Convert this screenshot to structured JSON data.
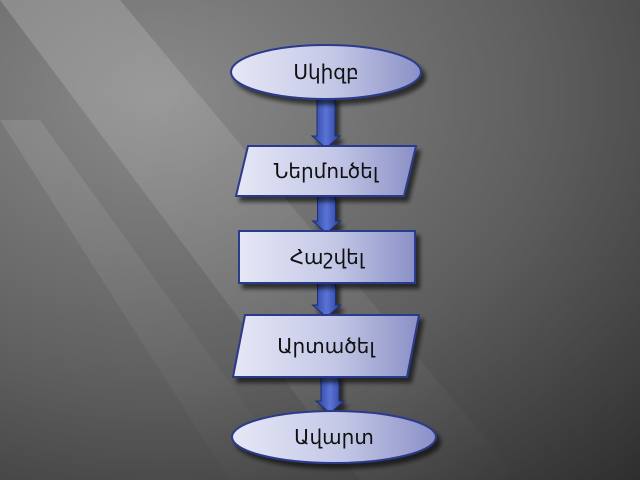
{
  "flowchart": {
    "nodes": [
      {
        "id": "start",
        "shape": "ellipse",
        "label": "Սկիզբ"
      },
      {
        "id": "input",
        "shape": "parallelogram",
        "label": "Ներմուծել"
      },
      {
        "id": "process",
        "shape": "rectangle",
        "label": "Հաշվել"
      },
      {
        "id": "output",
        "shape": "parallelogram",
        "label": "Արտածել"
      },
      {
        "id": "end",
        "shape": "ellipse",
        "label": "Ավարտ"
      }
    ],
    "edges": [
      {
        "from": "start",
        "to": "input"
      },
      {
        "from": "input",
        "to": "process"
      },
      {
        "from": "process",
        "to": "output"
      },
      {
        "from": "output",
        "to": "end"
      }
    ]
  },
  "colors": {
    "node_fill_light": "#e6e8f6",
    "node_fill_dark": "#8a90c6",
    "node_stroke": "#2b3b8c",
    "arrow_fill": "#3d56b8",
    "background": "#5a5a5a"
  }
}
